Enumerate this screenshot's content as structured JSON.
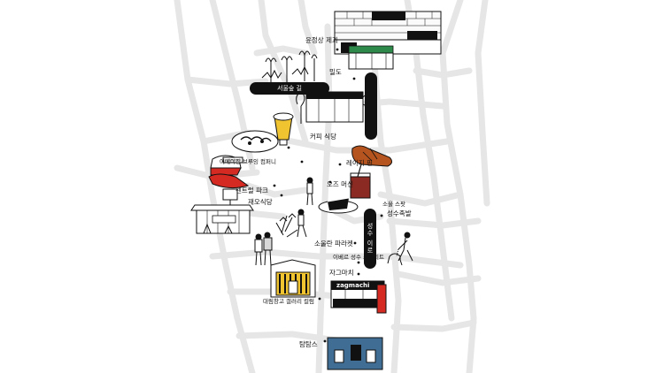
{
  "map": {
    "colors": {
      "road": "#e6e6e6",
      "ink": "#111111",
      "accent_red": "#d42a22",
      "accent_green": "#2e8a4a",
      "building_blue": "#3f6d93",
      "accent_brown": "#b5541e",
      "beer_yellow": "#f0c331"
    },
    "road_signs": {
      "upper_h": "서울숲 길",
      "upper_h_prefix": "",
      "upper_v": "",
      "lower_v": "성수 이로"
    },
    "places": [
      {
        "id": "p1",
        "label": "윤정상 제과"
      },
      {
        "id": "p2",
        "label": "밀도"
      },
      {
        "id": "p3",
        "label": "커피 식당"
      },
      {
        "id": "p4",
        "label": "레이지 핀"
      },
      {
        "id": "p5",
        "label": "어메이징 브루잉 컴퍼니"
      },
      {
        "id": "p6",
        "label": "센트럴 파크"
      },
      {
        "id": "p7",
        "label": "재오식당"
      },
      {
        "id": "p8",
        "label": "오즈 머신"
      },
      {
        "id": "p9",
        "label": "소울 스팟"
      },
      {
        "id": "p10",
        "label": "성수족발"
      },
      {
        "id": "p11",
        "label": "소울란 파라켓"
      },
      {
        "id": "p12",
        "label": "이베르 성수 스트리트"
      },
      {
        "id": "p13",
        "label": "자그마치"
      },
      {
        "id": "p14",
        "label": "대림창고 갤러리 컬럼"
      },
      {
        "id": "p15",
        "label": "탐탐스"
      }
    ],
    "signage": {
      "zagmachi": "zagmachi"
    }
  }
}
